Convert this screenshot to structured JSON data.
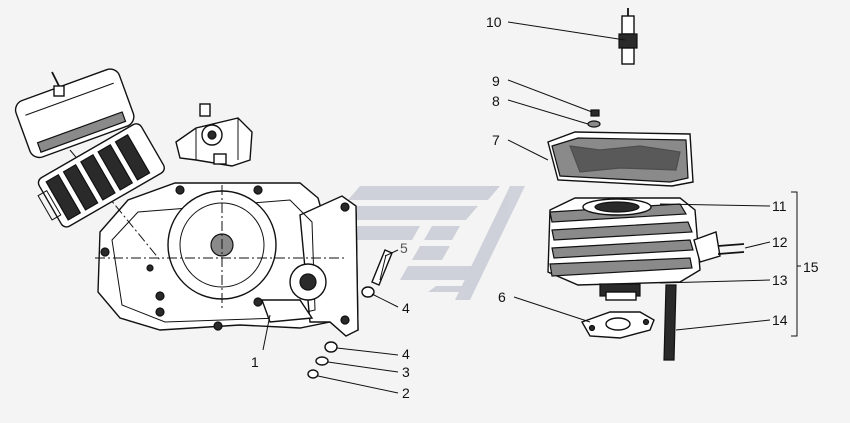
{
  "callouts": [
    {
      "id": "c1",
      "label": "1"
    },
    {
      "id": "c2",
      "label": "2"
    },
    {
      "id": "c3",
      "label": "3"
    },
    {
      "id": "c4a",
      "label": "4"
    },
    {
      "id": "c4b",
      "label": "4"
    },
    {
      "id": "c5",
      "label": "5"
    },
    {
      "id": "c6",
      "label": "6"
    },
    {
      "id": "c7",
      "label": "7"
    },
    {
      "id": "c8",
      "label": "8"
    },
    {
      "id": "c9",
      "label": "9"
    },
    {
      "id": "c10",
      "label": "10"
    },
    {
      "id": "c11",
      "label": "11"
    },
    {
      "id": "c12",
      "label": "12"
    },
    {
      "id": "c13",
      "label": "13"
    },
    {
      "id": "c14",
      "label": "14"
    },
    {
      "id": "c15",
      "label": "15"
    }
  ],
  "colors": {
    "background": "#f4f4f4",
    "line": "#111111",
    "watermark": "#c9ccd6"
  },
  "icons": {
    "watermark": "stylized-stripe-logo-icon"
  }
}
